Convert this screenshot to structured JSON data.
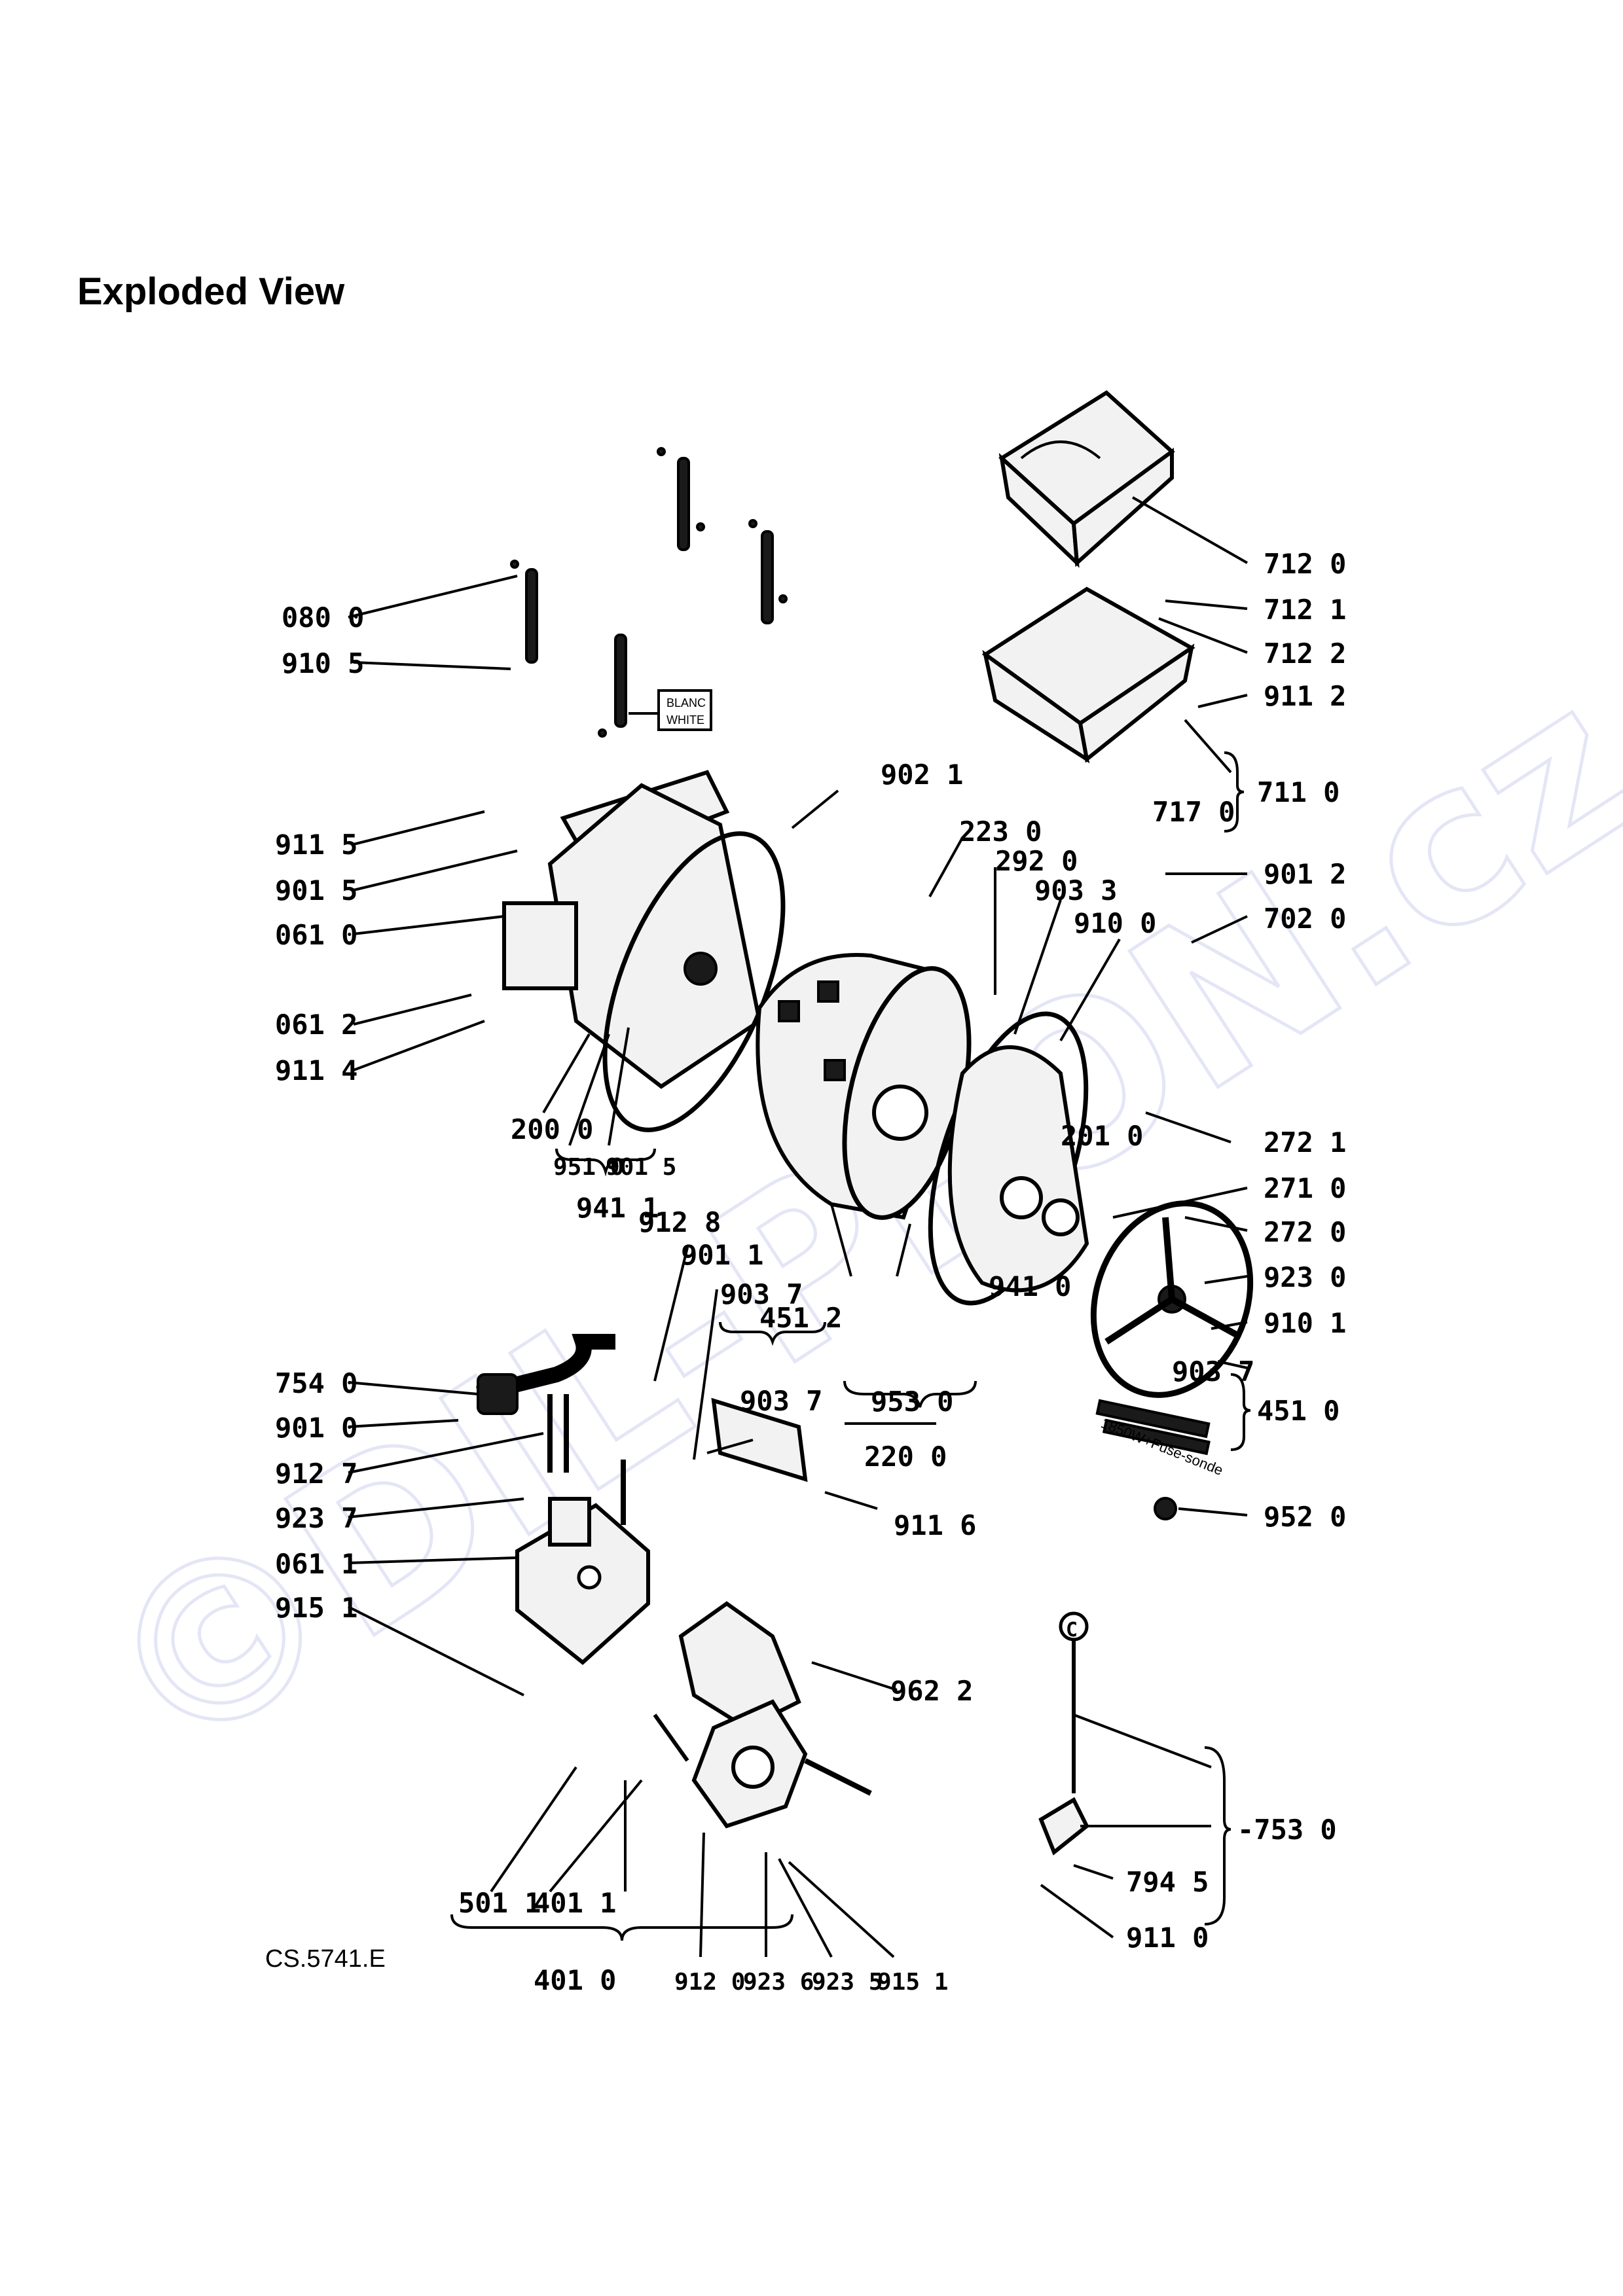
{
  "page": {
    "title": "Exploded View",
    "watermark": "©DIL-PFON.cz"
  },
  "diagram": {
    "drawing_code": "CS.5741.E",
    "tag_text": {
      "line1": "BLANC",
      "line2": "WHITE"
    },
    "heater_text": "1850W+Fuse-sonde",
    "callout_symbol": "C",
    "part_labels": {
      "p0800": "080 0",
      "p9105": "910 5",
      "p9115": "911 5",
      "p9015": "901 5",
      "p0610": "061 0",
      "p0612": "061 2",
      "p9114": "911 4",
      "p2000": "200 0",
      "p9510": "951 0",
      "p9015b": "901 5",
      "p9411": "941 1",
      "p9128": "912 8",
      "p9011": "901 1",
      "p9037a": "903 7",
      "p4512": "451 2",
      "p9037b": "903 7",
      "p7540": "754 0",
      "p9010": "901 0",
      "p9127": "912 7",
      "p9237": "923 7",
      "p0611": "061 1",
      "p9151": "915 1",
      "p9116": "911 6",
      "p9530": "953 0",
      "p2200": "220 0",
      "p9021": "902 1",
      "p2230": "223 0",
      "p2920": "292 0",
      "p9033": "903 3",
      "p9100": "910 0",
      "p2010": "201 0",
      "p9410": "941 0",
      "p7120": "712 0",
      "p7121": "712 1",
      "p7122": "712 2",
      "p9112": "911 2",
      "p7110": "711 0",
      "p7170": "717 0",
      "p9012": "901 2",
      "p7020": "702 0",
      "p2721": "272 1",
      "p2710": "271 0",
      "p2720": "272 0",
      "p9230": "923 0",
      "p9101": "910 1",
      "p9037c": "903 7",
      "p4510": "451 0",
      "p9520": "952 0",
      "p9622": "962 2",
      "p5011": "501 1",
      "p4011": "401 1",
      "p4010": "401 0",
      "p9120": "912 0",
      "p9236": "923 6",
      "p9235": "923 5",
      "p9151b": "915 1",
      "p7530": "-753 0",
      "p7945": "794 5",
      "p9110": "911 0"
    }
  }
}
